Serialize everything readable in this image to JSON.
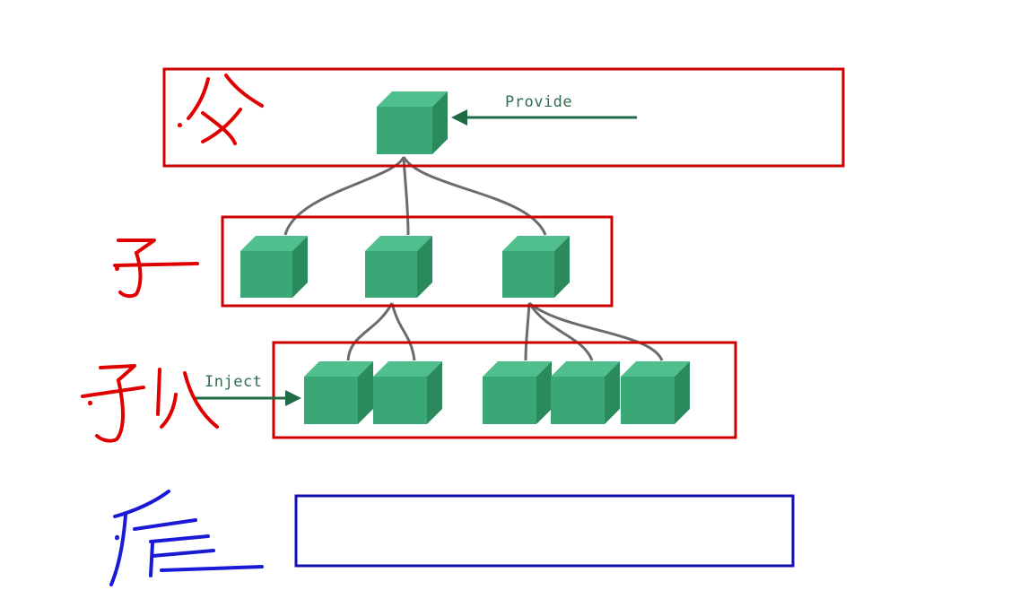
{
  "diagram": {
    "labels": {
      "provide": "Provide",
      "inject": "Inject"
    },
    "handwritten_annotations": {
      "parent_layer": "父",
      "child_layer": "子",
      "grandchild_layer": "孙",
      "descendant_layer": "后"
    },
    "colors": {
      "cube_front": "#3aa876",
      "cube_top": "#4fc08d",
      "cube_side": "#2b8a5c",
      "tree_line": "#6b6b6b",
      "arrow": "#1f6b45",
      "red_box": "#d40000",
      "blue_box": "#1010c0",
      "handwriting_red": "#e00000",
      "handwriting_blue": "#1a1ad6"
    }
  }
}
